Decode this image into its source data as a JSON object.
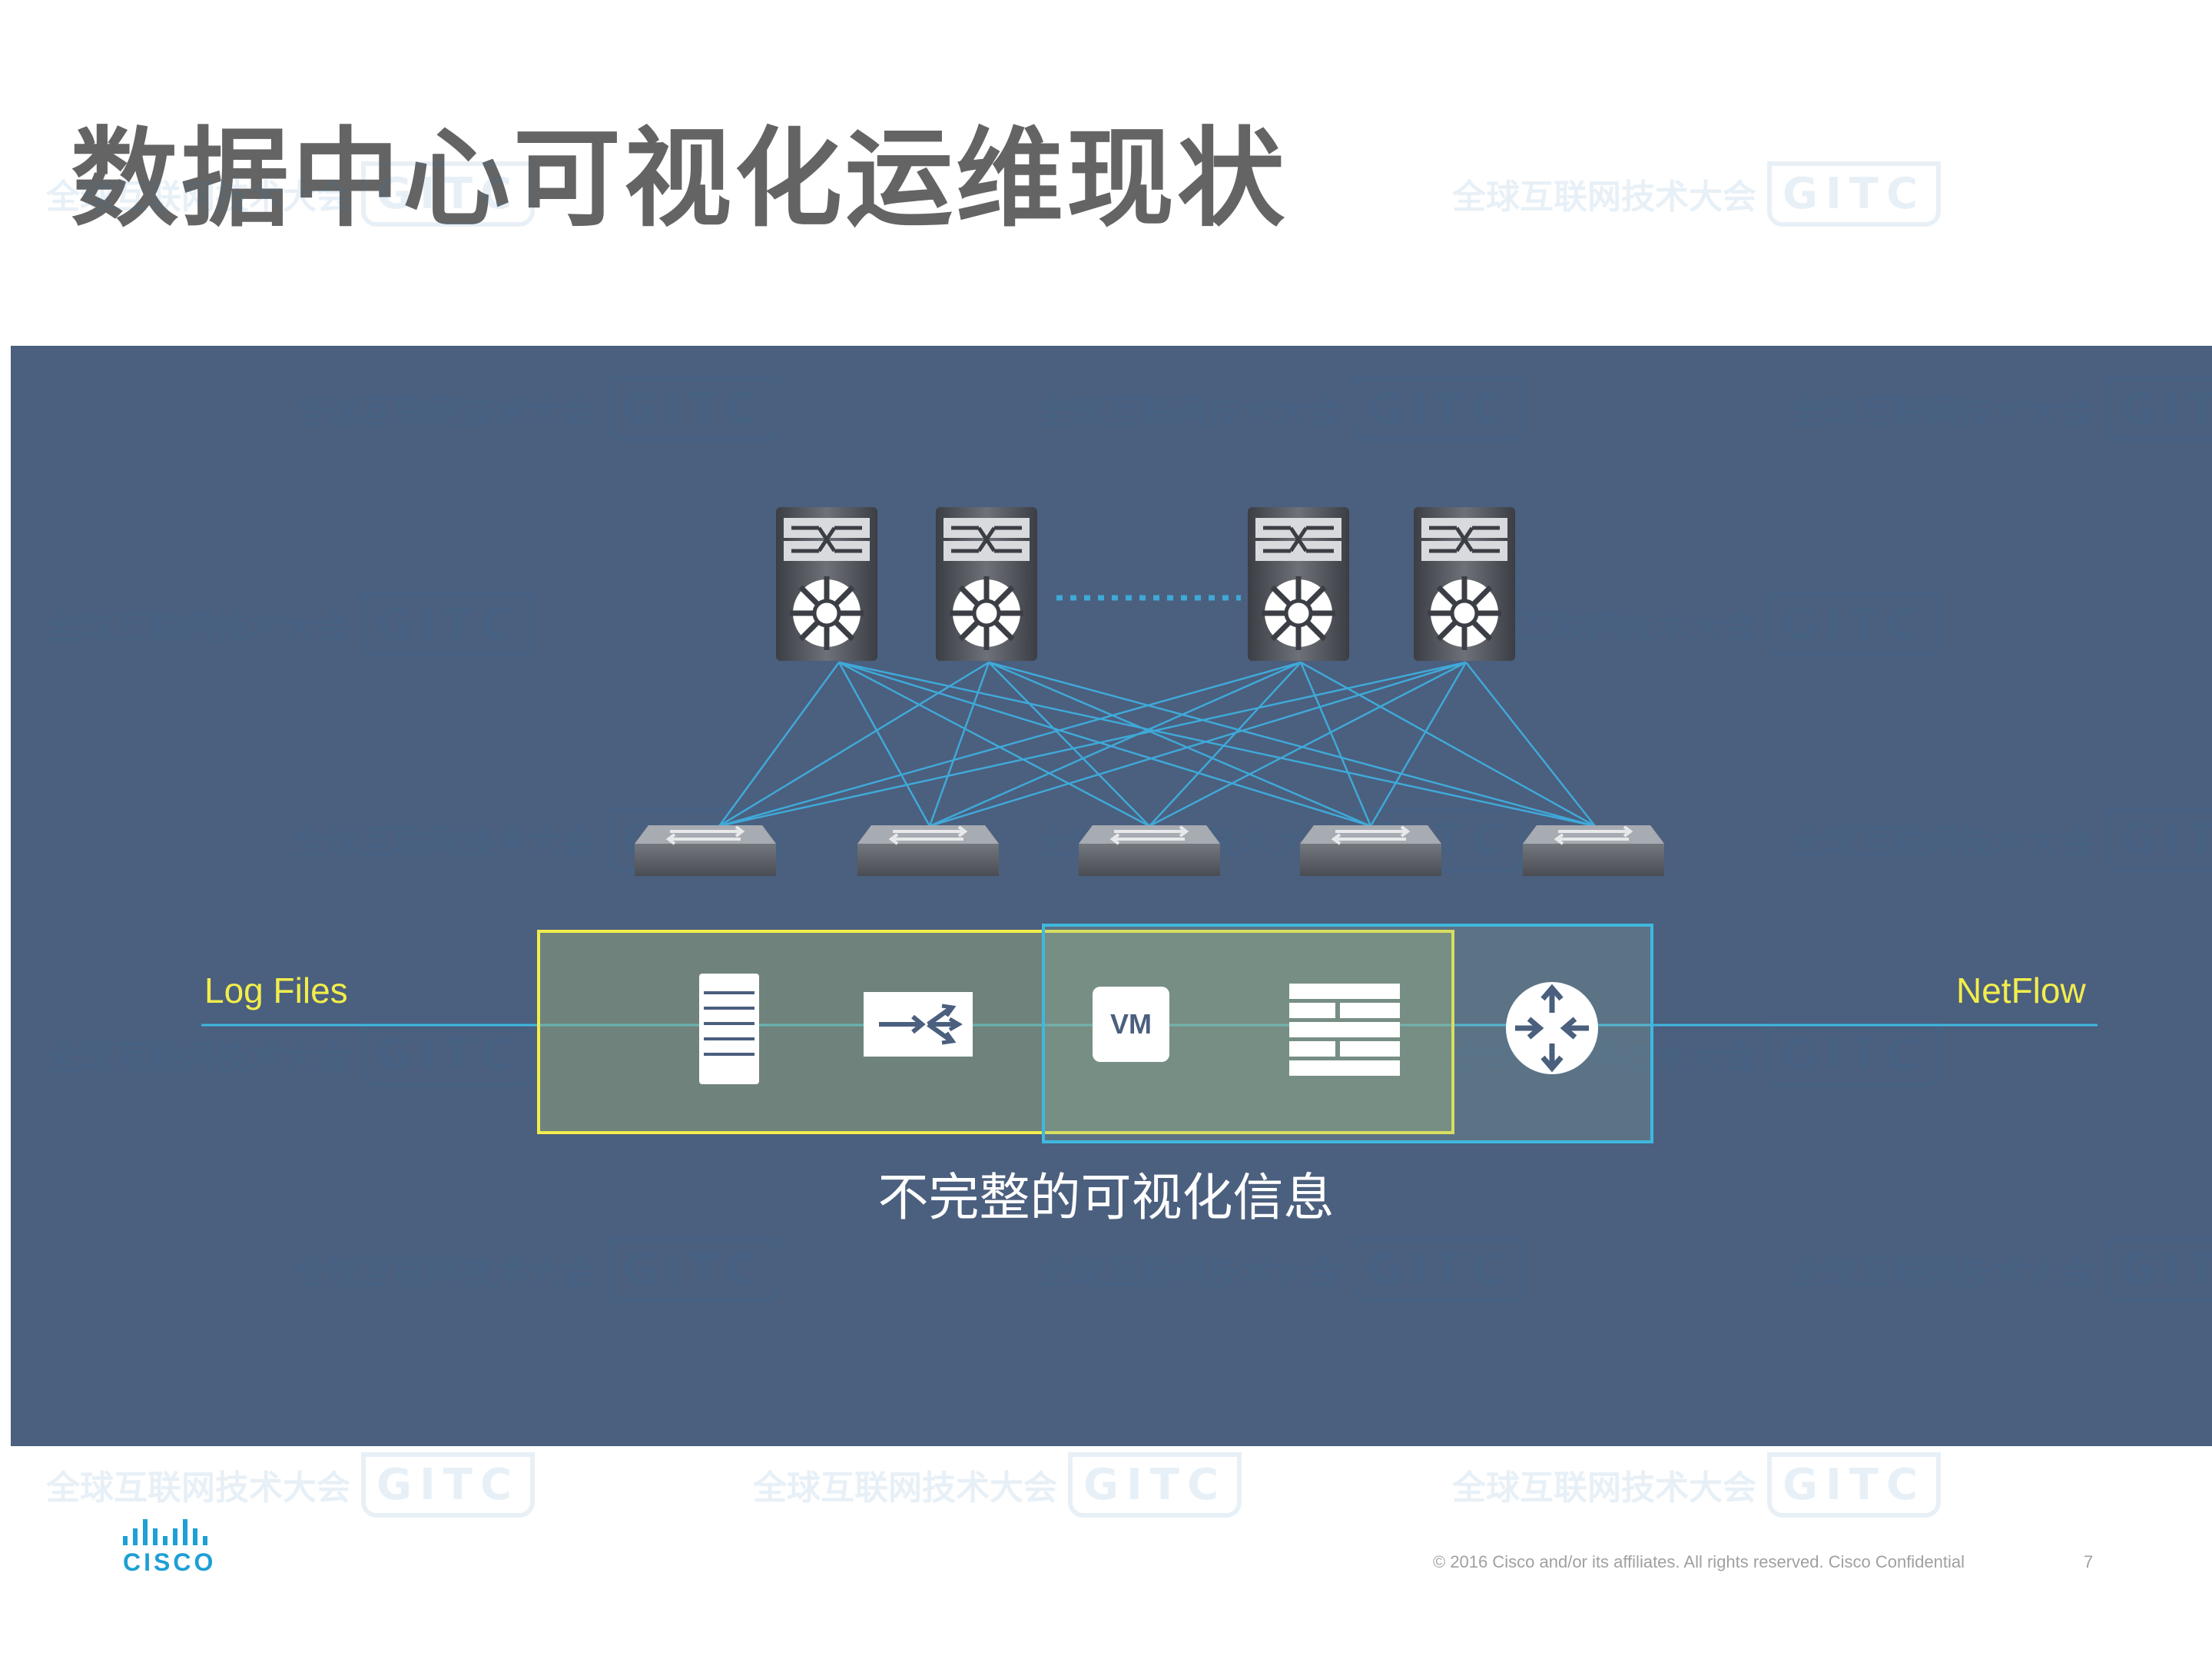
{
  "slide": {
    "title": "数据中心可视化运维现状",
    "caption": "不完整的可视化信息",
    "footer": "© 2016  Cisco and/or its affiliates. All rights reserved.   Cisco Confidential",
    "page_number": "7"
  },
  "diagram": {
    "left_label": "Log Files",
    "right_label": "NetFlow",
    "spine_switches": [
      "spine-switch-1",
      "spine-switch-2",
      "spine-switch-3",
      "spine-switch-4"
    ],
    "leaf_switches": [
      "leaf-switch-1",
      "leaf-switch-2",
      "leaf-switch-3",
      "leaf-switch-4",
      "leaf-switch-5"
    ],
    "devices": [
      "server-icon",
      "load-balancer-icon",
      "vm-icon",
      "firewall-icon",
      "router-icon"
    ],
    "vm_text": "VM",
    "colors": {
      "background": "#4b5f7e",
      "link": "#3fa9d8",
      "log_box": "#f2ed4c",
      "netflow_box": "#3fb8e0"
    }
  },
  "watermark": {
    "text": "全球互联网技术大会",
    "mark": "GITC"
  },
  "logo": {
    "text": "CISCO"
  }
}
